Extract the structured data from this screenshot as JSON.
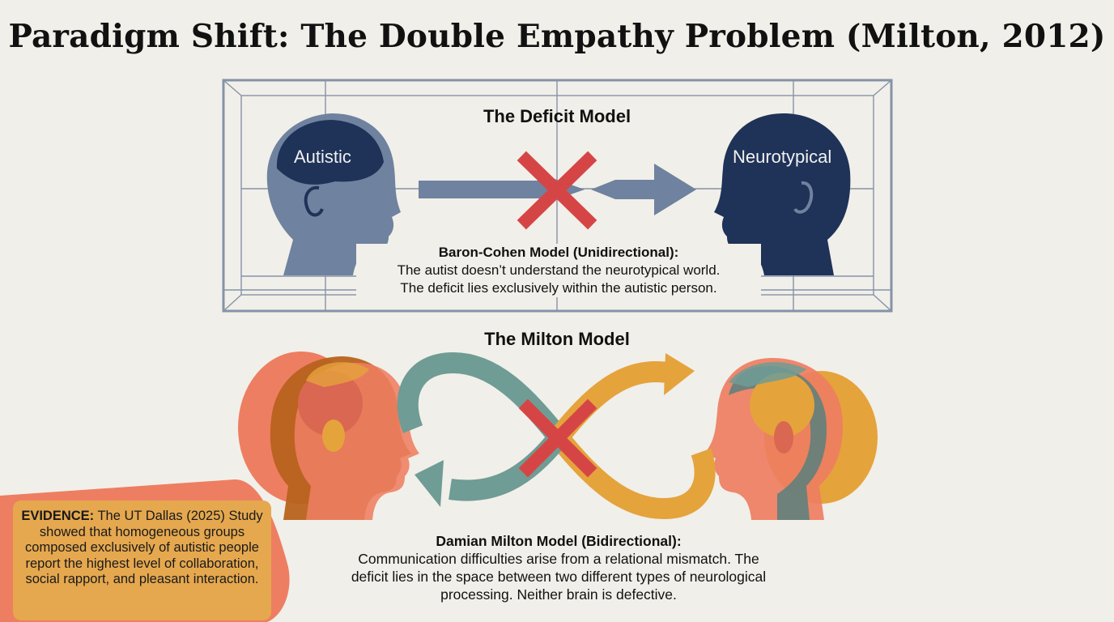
{
  "title": "Paradigm Shift: The Double Empathy Problem (Milton, 2012)",
  "deficit_model": {
    "title": "The Deficit Model",
    "left_head_label": "Autistic",
    "right_head_label": "Neurotypical",
    "caption_heading": "Baron-Cohen Model (Unidirectional):",
    "caption_line1": "The autist doesn’t understand the neurotypical world.",
    "caption_line2": "The deficit lies exclusively within the autistic person."
  },
  "milton_model": {
    "title": "The Milton Model",
    "caption_heading": "Damian Milton Model (Bidirectional):",
    "caption_line1": "Communication difficulties arise from a relational mismatch. The",
    "caption_line2": "deficit lies in the space between two different types of neurological",
    "caption_line3": "processing. Neither brain is defective."
  },
  "evidence": {
    "label": "EVIDENCE:",
    "text": "The UT Dallas (2025) Study showed that homogeneous groups composed exclusively of autistic people report the highest level of collaboration, social rapport, and pleasant interaction."
  },
  "colors": {
    "background": "#f1efe9",
    "autistic_head": "#6f829f",
    "neurotypical_head": "#1f3258",
    "cross_red": "#d64545",
    "loop_teal": "#6f9c95",
    "loop_gold": "#e5a33c",
    "coral": "#ee7e61",
    "rust": "#b7621e"
  }
}
